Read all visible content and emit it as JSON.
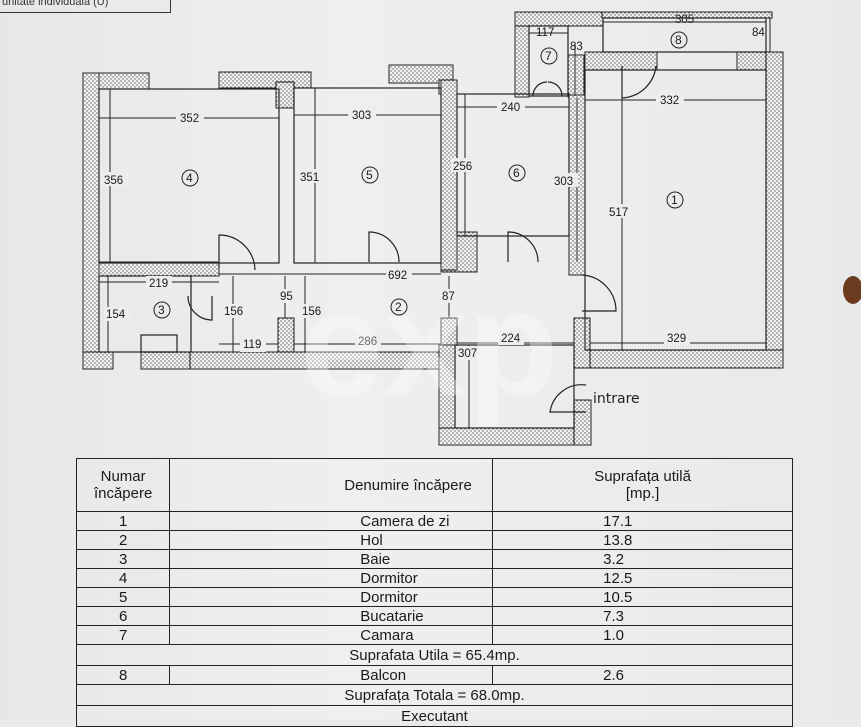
{
  "header_fragment": "unitate individuala (U)",
  "plan": {
    "dimensions": [
      "352",
      "303",
      "240",
      "332",
      "117",
      "83",
      "305",
      "84",
      "356",
      "351",
      "256",
      "303",
      "517",
      "219",
      "692",
      "154",
      "156",
      "95",
      "156",
      "87",
      "119",
      "286",
      "224",
      "329",
      "307"
    ],
    "room_numbers": [
      "1",
      "2",
      "3",
      "4",
      "5",
      "6",
      "7",
      "8"
    ],
    "entrance_label": "intrare",
    "watermark": "exp"
  },
  "table": {
    "headers": {
      "number": [
        "Numar",
        "încăpere"
      ],
      "name": "Denumire încăpere",
      "area": [
        "Suprafața utilă",
        "[mp.]"
      ]
    },
    "rows": [
      {
        "number": "1",
        "name": "Camera de zi",
        "area": "17.1"
      },
      {
        "number": "2",
        "name": "Hol",
        "area": "13.8"
      },
      {
        "number": "3",
        "name": "Baie",
        "area": "3.2"
      },
      {
        "number": "4",
        "name": "Dormitor",
        "area": "12.5"
      },
      {
        "number": "5",
        "name": "Dormitor",
        "area": "10.5"
      },
      {
        "number": "6",
        "name": "Bucatarie",
        "area": "7.3"
      },
      {
        "number": "7",
        "name": "Camara",
        "area": "1.0"
      }
    ],
    "useful_total": "Suprafata Utila = 65.4mp.",
    "balcony": {
      "number": "8",
      "name": "Balcon",
      "area": "2.6"
    },
    "grand_total": "Suprafața Totala = 68.0mp.",
    "footer": "Executant"
  }
}
